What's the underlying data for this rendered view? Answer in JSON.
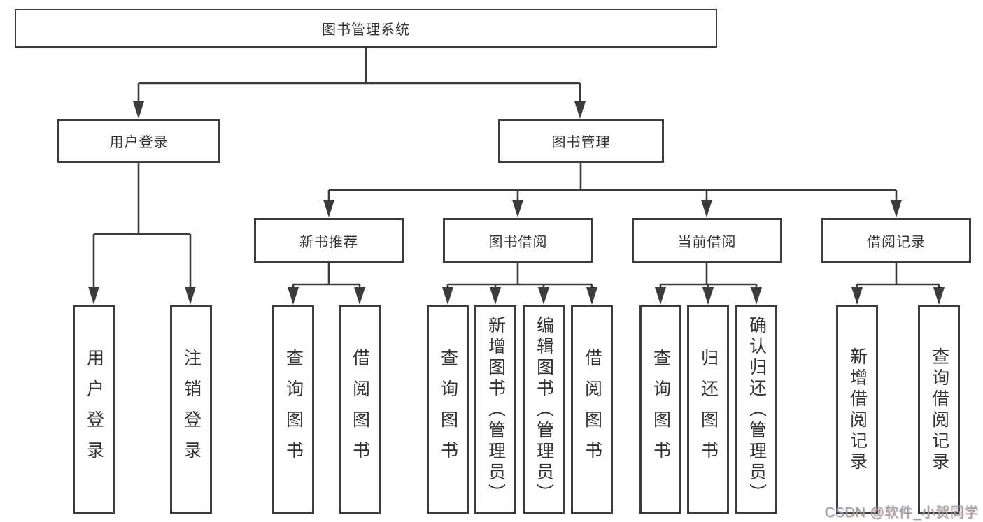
{
  "diagram": {
    "root": {
      "label": "图书管理系统"
    },
    "branches": [
      {
        "label": "用户登录",
        "children": [
          {
            "label": "用户登录"
          },
          {
            "label": "注销登录"
          }
        ]
      },
      {
        "label": "图书管理",
        "children": [
          {
            "label": "新书推荐",
            "children": [
              {
                "label": "查询图书"
              },
              {
                "label": "借阅图书"
              }
            ]
          },
          {
            "label": "图书借阅",
            "children": [
              {
                "label": "查询图书"
              },
              {
                "label": "新增图书（管理员）"
              },
              {
                "label": "编辑图书（管理员）"
              },
              {
                "label": "借阅图书"
              }
            ]
          },
          {
            "label": "当前借阅",
            "children": [
              {
                "label": "查询图书"
              },
              {
                "label": "归还图书"
              },
              {
                "label": "确认归还（管理员）"
              }
            ]
          },
          {
            "label": "借阅记录",
            "children": [
              {
                "label": "新增借阅记录"
              },
              {
                "label": "查询借阅记录"
              }
            ]
          }
        ]
      }
    ],
    "watermark": "CSDN @软件_小贺同学"
  },
  "colors": {
    "line": "#3b3b3b",
    "text": "#333333",
    "background": "#ffffff",
    "watermark": "#9e9e9e"
  }
}
